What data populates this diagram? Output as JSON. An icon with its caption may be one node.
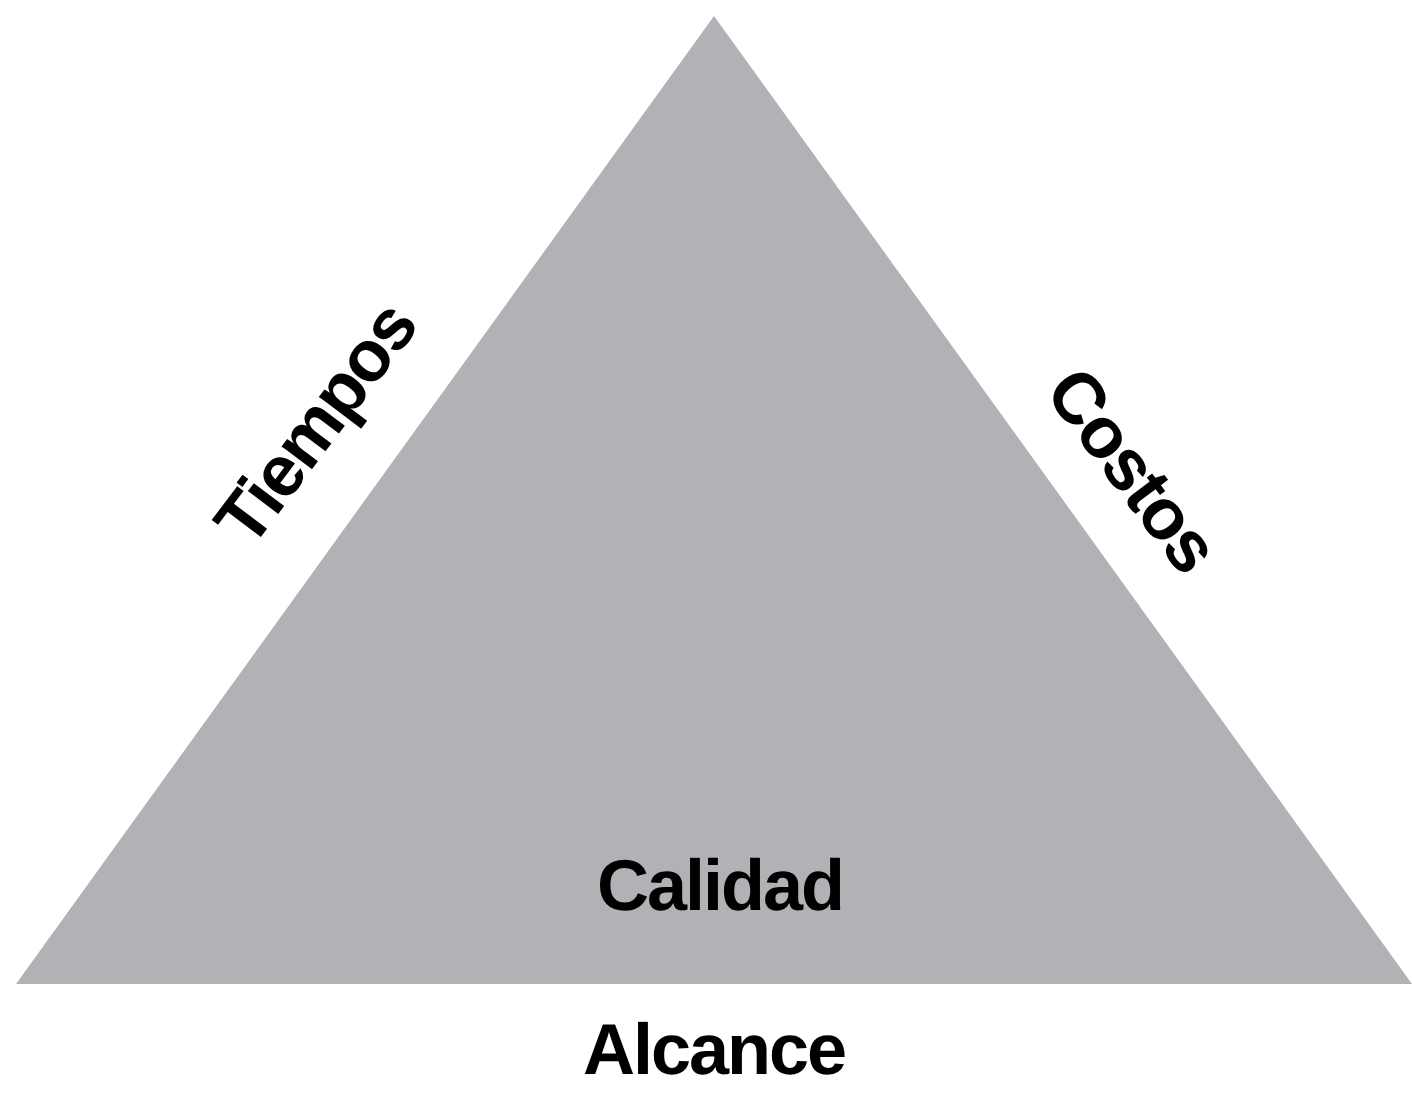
{
  "diagram": {
    "nodes": [
      {
        "text": [
          "Calidad"
        ]
      }
    ],
    "edges": [],
    "labels": [
      "Tiempos",
      "Costos",
      "Alcance"
    ]
  }
}
